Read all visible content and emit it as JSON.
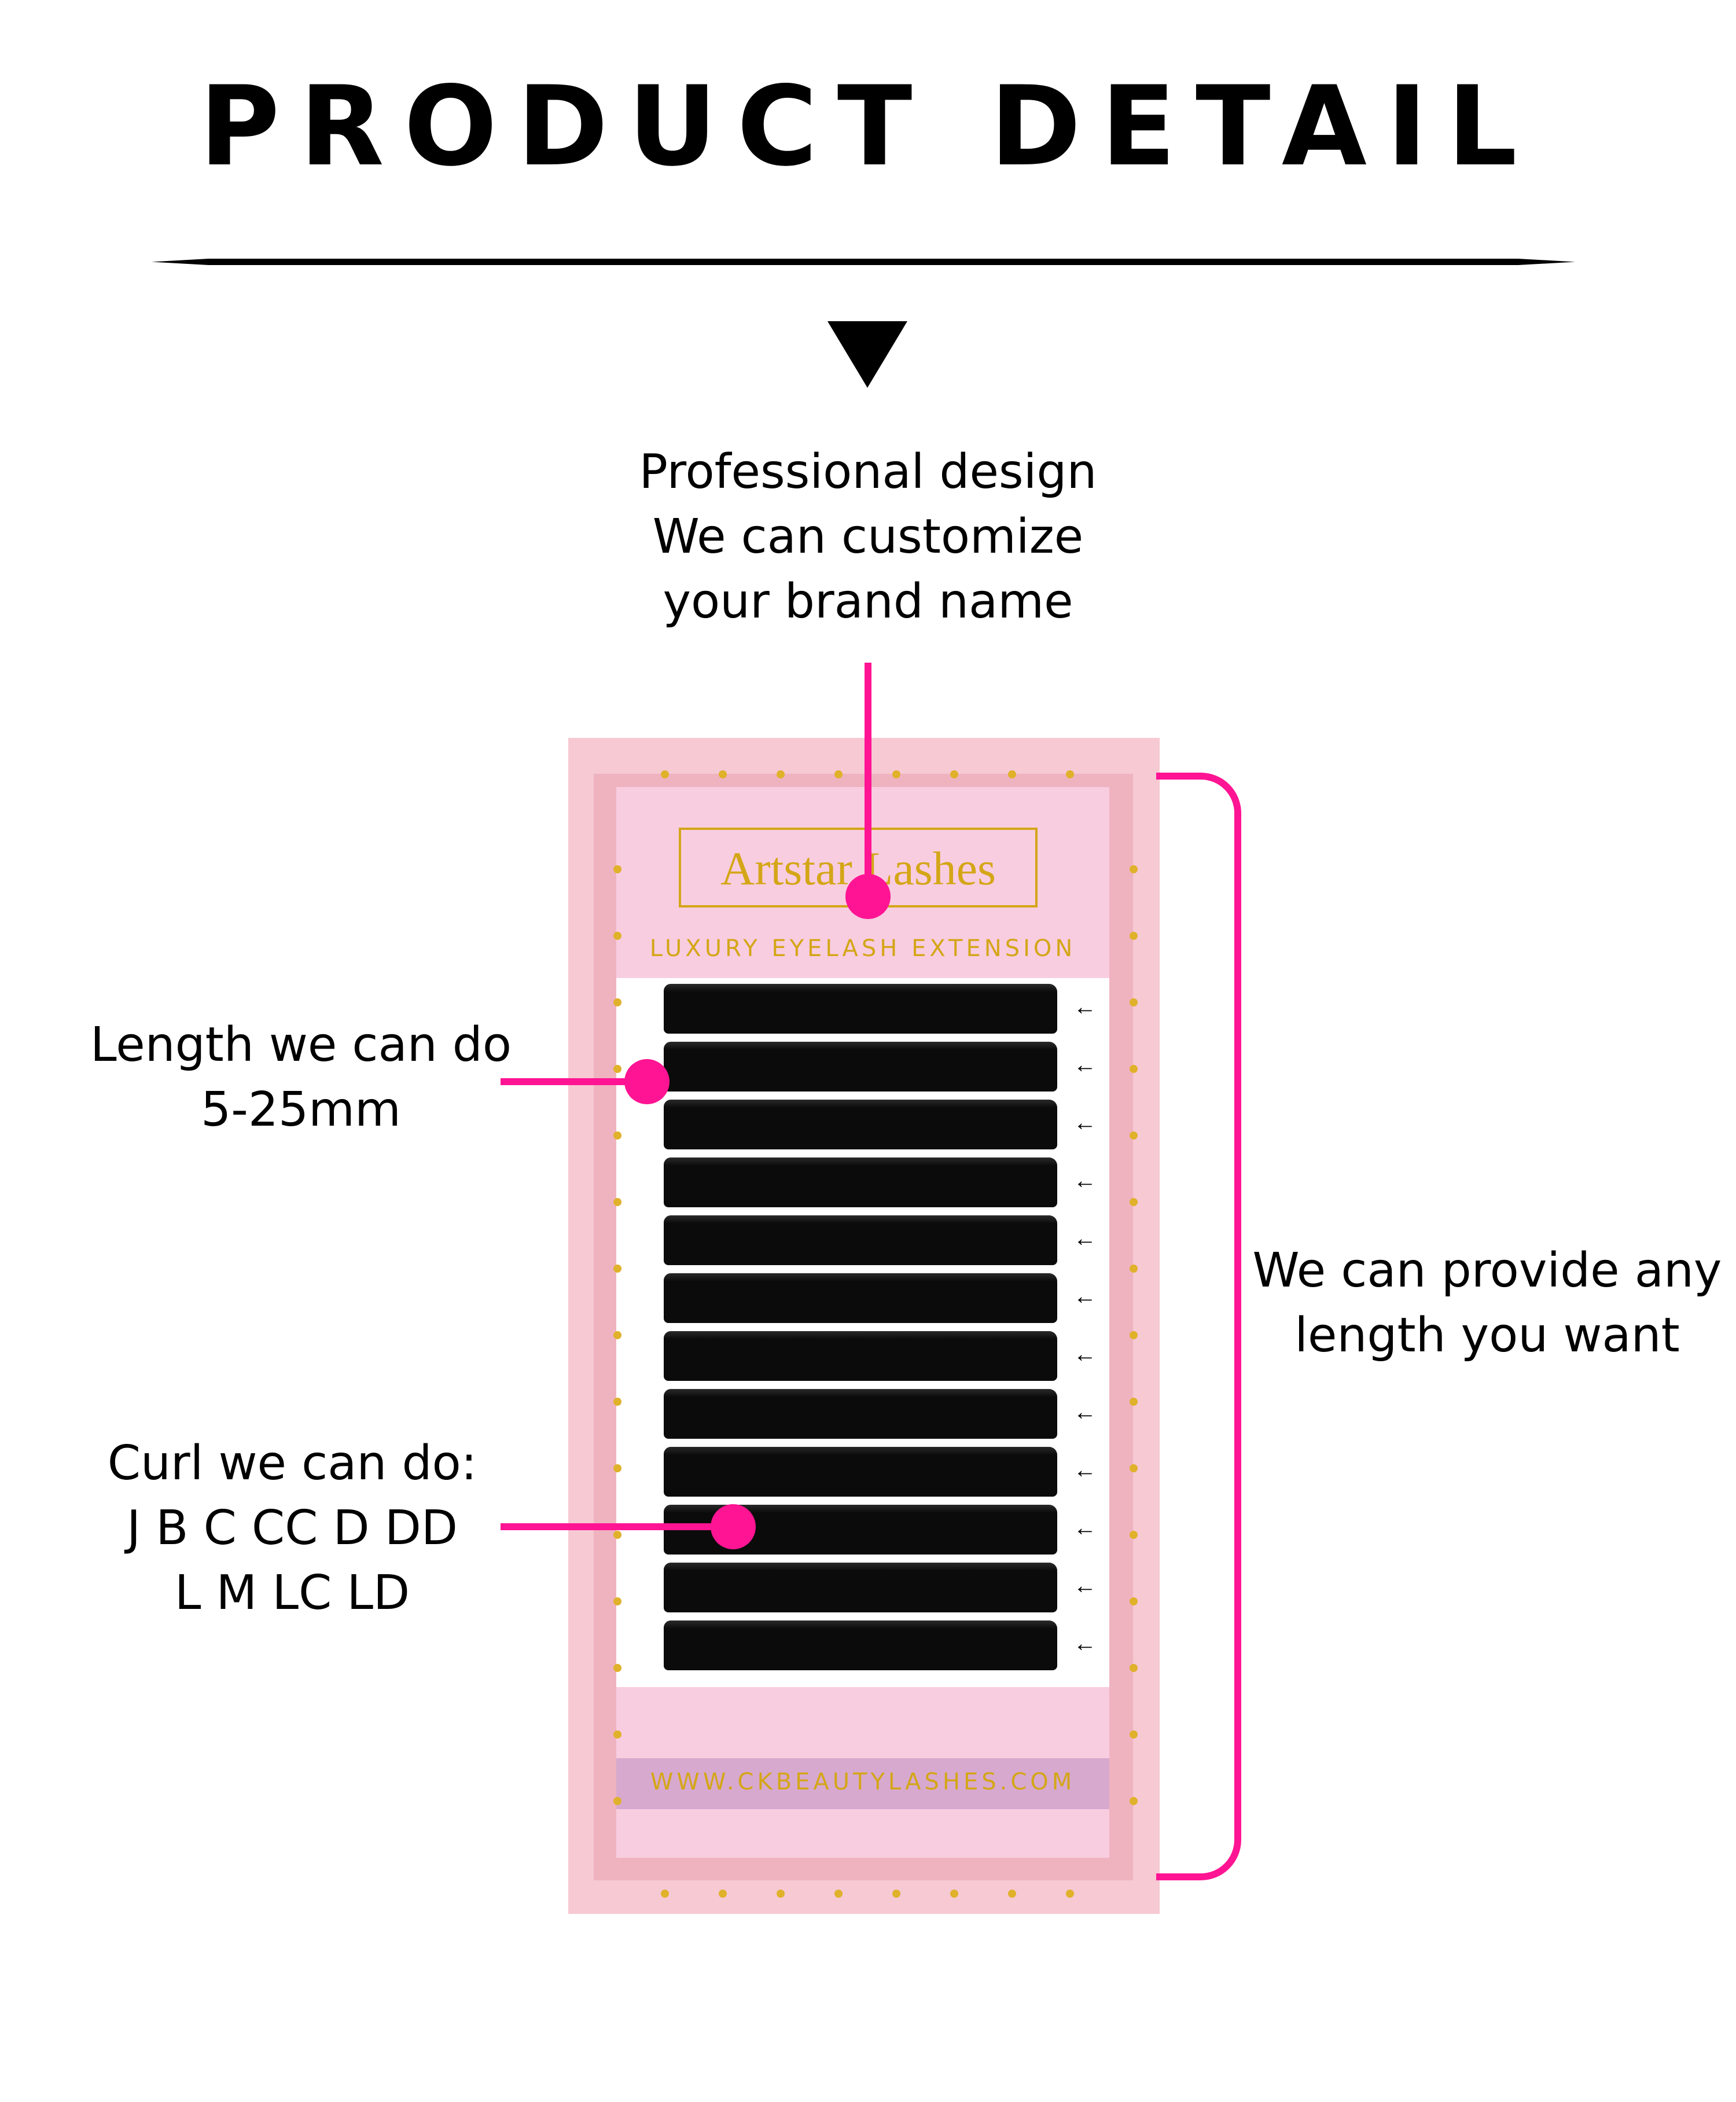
{
  "header": {
    "title": "PRODUCT DETAIL"
  },
  "callouts": {
    "top": [
      "Professional design",
      "We can customize",
      "your brand name"
    ],
    "length": [
      "Length we can do",
      "5-25mm"
    ],
    "curl": [
      "Curl we can do:",
      "J B C CC D DD",
      "L M LC LD"
    ],
    "right": [
      "We can provide any",
      "length you want"
    ]
  },
  "product": {
    "brand_name": "Artstar Lashes",
    "brand_subtitle": "LUXURY EYELASH EXTENSION",
    "url": "WWW.CKBEAUTYLASHES.COM",
    "lash_rows": 12,
    "row_arrow": "←"
  },
  "colors": {
    "accent": "#ff1493",
    "card_pink": "#f6c9d3",
    "gold": "#d4a617",
    "url_strip": "#d7a9cf"
  }
}
